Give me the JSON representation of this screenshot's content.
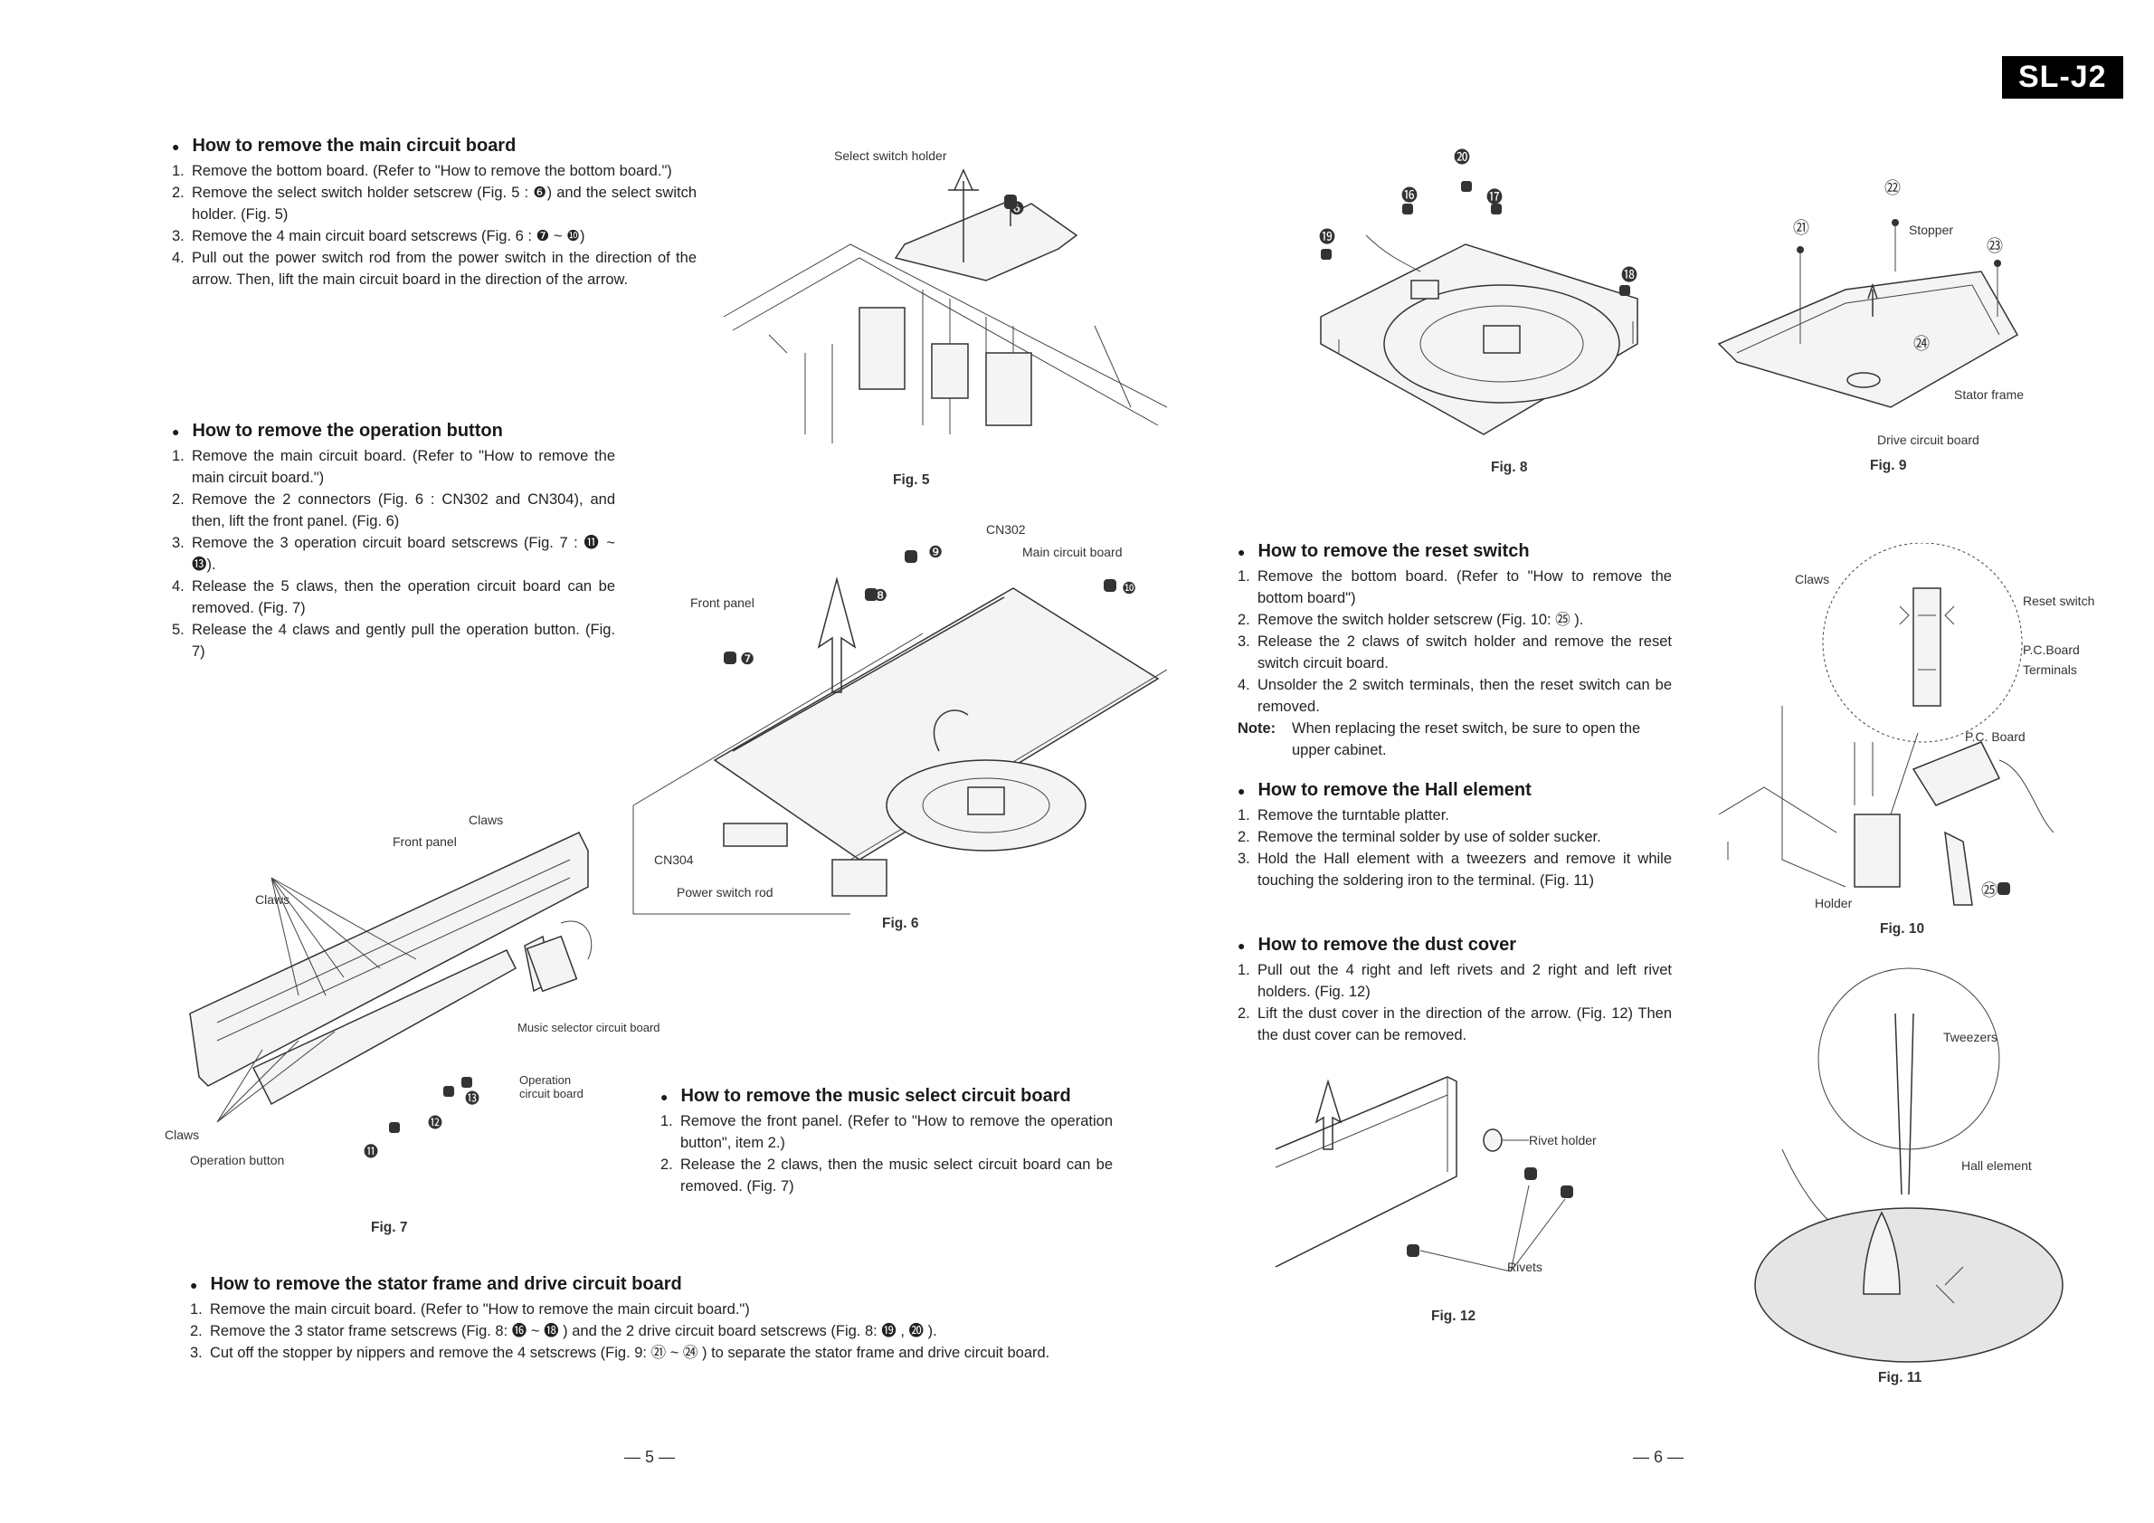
{
  "model_badge": "SL-J2",
  "sections": {
    "main_board": {
      "title": "How to remove the main circuit board",
      "steps": [
        "Remove the bottom board. (Refer to \"How to remove the bottom board.\")",
        "Remove the select switch holder setscrew (Fig. 5 : ❻) and the select switch holder. (Fig. 5)",
        "Remove the 4 main circuit board setscrews (Fig. 6 : ❼ ~ ❿)",
        "Pull out the power switch rod from the power switch in the direction of the arrow. Then, lift the main circuit board in the direction of the arrow."
      ]
    },
    "operation_button": {
      "title": "How to remove the operation button",
      "steps": [
        "Remove the main circuit board. (Refer to \"How to remove the main circuit board.\")",
        "Remove the 2 connectors (Fig. 6 : CN302 and CN304), and then, lift the front panel. (Fig. 6)",
        "Remove the 3 operation circuit board setscrews (Fig. 7 : ⓫ ~ ⓭).",
        "Release the 5 claws, then the operation circuit board can be removed. (Fig. 7)",
        "Release the 4 claws and gently pull the operation button. (Fig. 7)"
      ]
    },
    "music_select": {
      "title": "How to remove the music select circuit board",
      "steps": [
        "Remove the front panel. (Refer to \"How to remove the operation button\", item 2.)",
        "Release the 2 claws, then the music select circuit board can be removed. (Fig. 7)"
      ]
    },
    "stator_frame": {
      "title": "How to remove the stator frame and drive circuit board",
      "steps": [
        "Remove the main circuit board. (Refer to \"How to remove the main circuit board.\")",
        "Remove the 3 stator frame setscrews (Fig. 8: ⓰ ~ ⓲ ) and the 2 drive circuit board setscrews (Fig. 8: ⓳ , ⓴ ).",
        "Cut off the stopper by nippers and remove the 4 setscrews (Fig. 9: ㉑ ~ ㉔ ) to separate the stator frame and drive circuit board."
      ]
    },
    "reset_switch": {
      "title": "How to remove the reset switch",
      "steps": [
        "Remove the bottom board. (Refer to \"How to remove the bottom board\")",
        "Remove the switch holder setscrew (Fig. 10: ㉕ ).",
        "Release the 2 claws of switch holder and remove the reset switch circuit board.",
        "Unsolder the 2 switch terminals, then the reset switch can be removed."
      ],
      "note_label": "Note:",
      "note_text": "When replacing the reset switch, be sure to open the upper cabinet."
    },
    "hall_element": {
      "title": "How to remove the Hall element",
      "steps": [
        "Remove the turntable platter.",
        "Remove the terminal solder by use of solder sucker.",
        "Hold the Hall element with a tweezers and remove it while touching the soldering iron to the terminal. (Fig. 11)"
      ]
    },
    "dust_cover": {
      "title": "How to remove the dust cover",
      "steps": [
        "Pull out the 4 right and left rivets and 2 right and left rivet holders. (Fig. 12)",
        "Lift the dust cover in the direction of the arrow. (Fig. 12) Then the dust cover can be removed."
      ]
    }
  },
  "figures": {
    "fig5": {
      "caption": "Fig. 5",
      "label_holder": "Select switch holder",
      "screw": "❻"
    },
    "fig6": {
      "caption": "Fig. 6",
      "cn302": "CN302",
      "main_board": "Main circuit board",
      "front_panel": "Front panel",
      "cn304": "CN304",
      "power_rod": "Power switch rod",
      "s7": "❼",
      "s8": "❽",
      "s9": "❾",
      "s10": "❿"
    },
    "fig7": {
      "caption": "Fig. 7",
      "claws_top": "Claws",
      "front_panel": "Front panel",
      "claws_left": "Claws",
      "music_selector": "Music selector circuit board",
      "operation_board": "Operation circuit board",
      "claws_bottom": "Claws",
      "operation_button": "Operation button",
      "s11": "⓫",
      "s12": "⓬",
      "s13": "⓭"
    },
    "fig8": {
      "caption": "Fig. 8",
      "s16": "⓰",
      "s17": "⓱",
      "s18": "⓲",
      "s19": "⓳",
      "s20": "⓴"
    },
    "fig9": {
      "caption": "Fig. 9",
      "stopper": "Stopper",
      "stator_frame": "Stator frame",
      "drive_board": "Drive circuit board",
      "s21": "㉑",
      "s22": "㉒",
      "s23": "㉓",
      "s24": "㉔"
    },
    "fig10": {
      "caption": "Fig. 10",
      "claws": "Claws",
      "reset_switch": "Reset switch",
      "pc_board": "P.C.Board",
      "terminals": "Terminals",
      "pc_board2": "P.C. Board",
      "holder": "Holder",
      "s25": "㉕"
    },
    "fig11": {
      "caption": "Fig. 11",
      "tweezers": "Tweezers",
      "hall": "Hall element"
    },
    "fig12": {
      "caption": "Fig. 12",
      "rivet_holder": "Rivet holder",
      "rivets": "Rivets"
    }
  },
  "page_numbers": {
    "left": "— 5 —",
    "right": "— 6 —"
  }
}
